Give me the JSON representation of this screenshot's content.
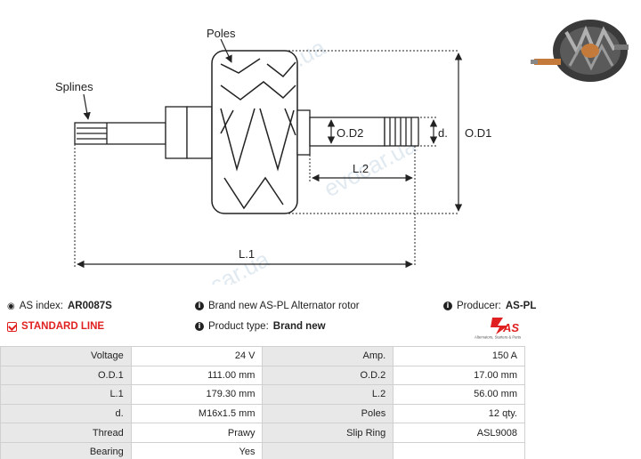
{
  "diagram": {
    "labels": {
      "poles": "Poles",
      "splines": "Splines",
      "od1": "O.D1",
      "od2": "O.D2",
      "d": "d.",
      "l1": "L.1",
      "l2": "L.2"
    },
    "watermark": "evocar.ua",
    "photo_icon": "rotor-photo"
  },
  "info": {
    "as_index_label": "AS index:",
    "as_index_value": "AR0087S",
    "description": "Brand new AS-PL Alternator rotor",
    "producer_label": "Producer:",
    "producer_value": "AS-PL",
    "standard_line": "STANDARD LINE",
    "product_type_label": "Product type:",
    "product_type_value": "Brand new",
    "logo_text": "AS",
    "logo_tagline": "Alternators, Starters & Parts"
  },
  "colors": {
    "accent": "#e02020",
    "label_bg": "#e8e8e8",
    "border": "#d0d0d0"
  },
  "specs": [
    {
      "label": "Voltage",
      "value": "24 V",
      "label2": "Amp.",
      "value2": "150 A"
    },
    {
      "label": "O.D.1",
      "value": "111.00 mm",
      "label2": "O.D.2",
      "value2": "17.00 mm"
    },
    {
      "label": "L.1",
      "value": "179.30 mm",
      "label2": "L.2",
      "value2": "56.00 mm"
    },
    {
      "label": "d.",
      "value": "M16x1.5 mm",
      "label2": "Poles",
      "value2": "12 qty."
    },
    {
      "label": "Thread",
      "value": "Prawy",
      "label2": "Slip Ring",
      "value2": "ASL9008"
    },
    {
      "label": "Bearing",
      "value": "Yes",
      "label2": "",
      "value2": ""
    }
  ]
}
